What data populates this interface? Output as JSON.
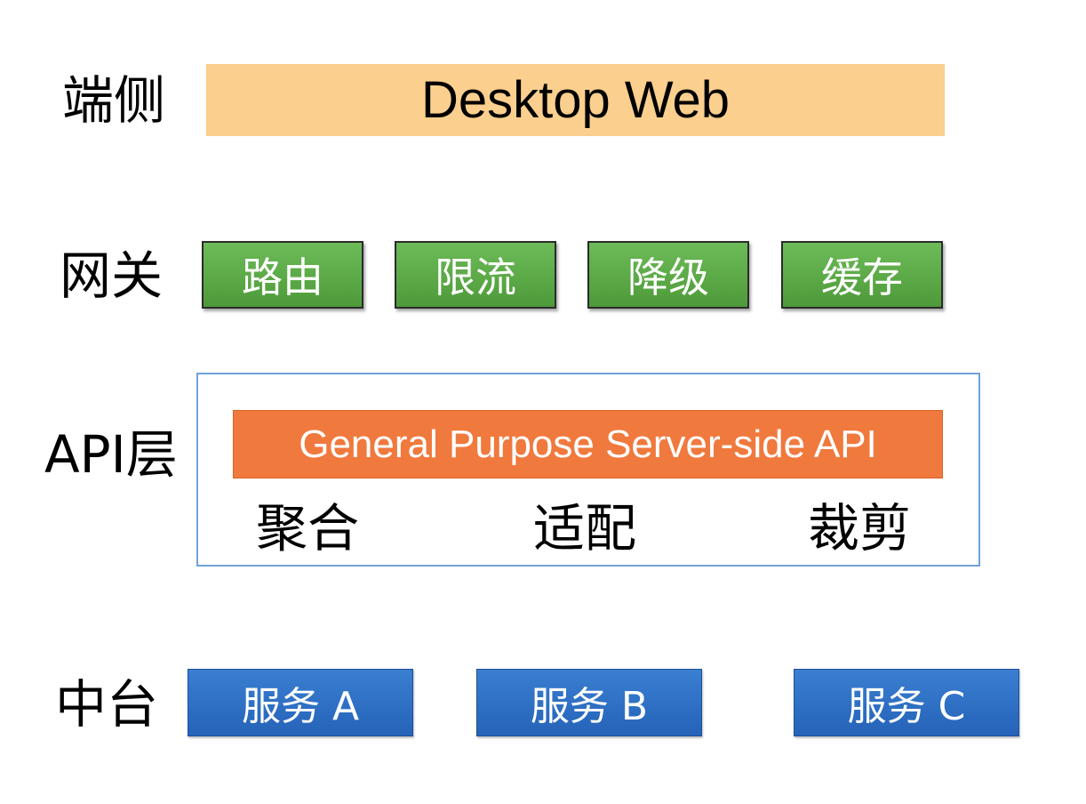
{
  "rows": {
    "client": {
      "label": "端侧",
      "box": "Desktop Web"
    },
    "gateway": {
      "label": "网关",
      "items": [
        "路由",
        "限流",
        "降级",
        "缓存"
      ]
    },
    "api": {
      "label": "API层",
      "bar": "General Purpose Server-side API",
      "functions": [
        "聚合",
        "适配",
        "裁剪"
      ]
    },
    "platform": {
      "label": "中台",
      "services": [
        "服务 A",
        "服务 B",
        "服务 C"
      ]
    }
  },
  "colors": {
    "client_fill": "#fbcf8e",
    "gateway_fill": "#5aa845",
    "api_bar_fill": "#f0793d",
    "api_frame_border": "#6fa3d8",
    "service_fill": "#2f72c6"
  }
}
